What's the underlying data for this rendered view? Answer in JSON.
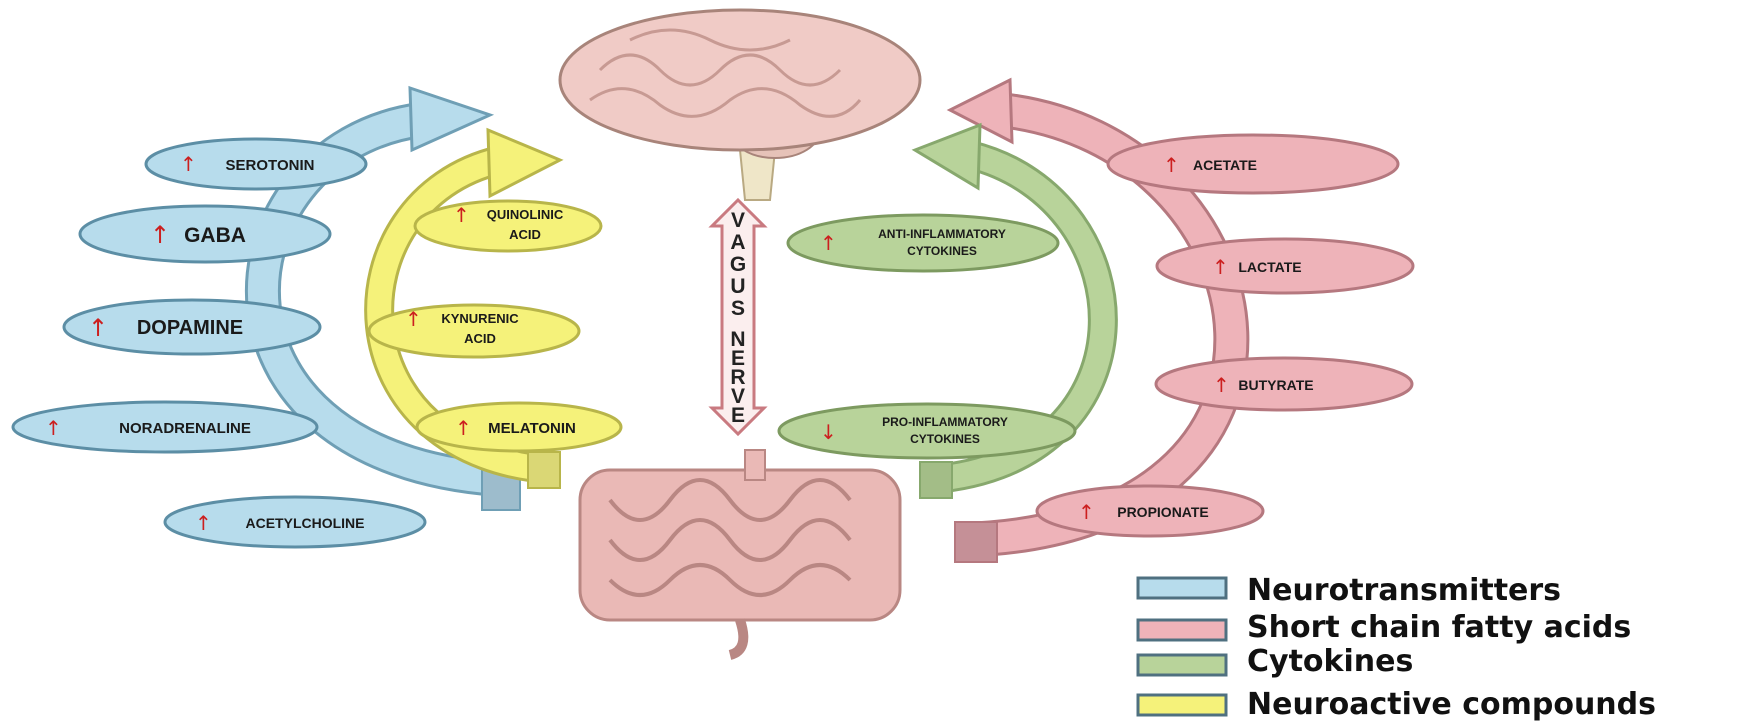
{
  "colors": {
    "neurotransmitters": "#b7dcec",
    "scfa": "#eeb3b9",
    "cytokines": "#b8d39a",
    "neuroactive": "#f5f27a",
    "arrow_red": "#cc1f1f"
  },
  "neurotransmitters": [
    {
      "label": "SEROTONIN",
      "direction": "up"
    },
    {
      "label": "GABA",
      "direction": "up"
    },
    {
      "label": "DOPAMINE",
      "direction": "up"
    },
    {
      "label": "NORADRENALINE",
      "direction": "up"
    },
    {
      "label": "ACETYLCHOLINE",
      "direction": "up"
    }
  ],
  "neuroactive": [
    {
      "line1": "QUINOLINIC",
      "line2": "ACID",
      "direction": "up"
    },
    {
      "line1": "KYNURENIC",
      "line2": "ACID",
      "direction": "up"
    },
    {
      "line1": "MELATONIN",
      "line2": "",
      "direction": "up"
    }
  ],
  "cytokines": [
    {
      "line1": "ANTI-INFLAMMATORY",
      "line2": "CYTOKINES",
      "direction": "up"
    },
    {
      "line1": "PRO-INFLAMMATORY",
      "line2": "CYTOKINES",
      "direction": "down"
    }
  ],
  "scfa": [
    {
      "label": "ACETATE",
      "direction": "up"
    },
    {
      "label": "LACTATE",
      "direction": "up"
    },
    {
      "label": "BUTYRATE",
      "direction": "up"
    },
    {
      "label": "PROPIONATE",
      "direction": "up"
    }
  ],
  "vagus": {
    "word1": [
      "V",
      "A",
      "G",
      "U",
      "S"
    ],
    "word2": [
      "N",
      "E",
      "R",
      "V",
      "E"
    ]
  },
  "legend": {
    "neurotransmitters": "Neurotransmitters",
    "scfa": "Short chain fatty acids",
    "cytokines": "Cytokines",
    "neuroactive": "Neuroactive compounds"
  },
  "icons": {
    "brain": "brain-icon",
    "intestine": "intestine-icon",
    "up": "up-arrow-icon",
    "down": "down-arrow-icon"
  }
}
